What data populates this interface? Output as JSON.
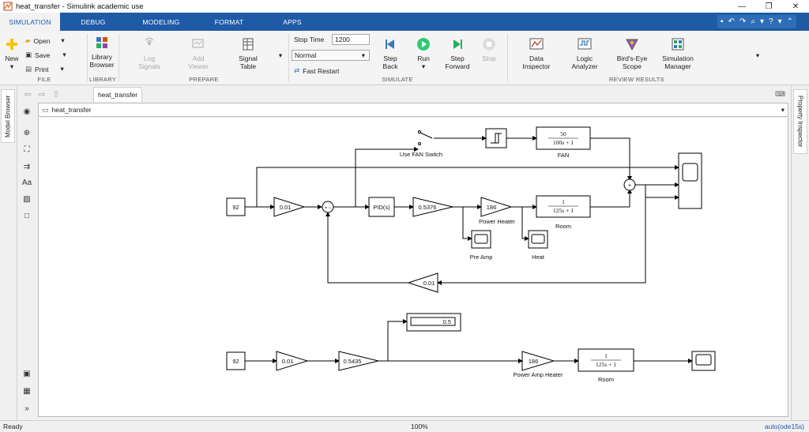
{
  "window": {
    "title": "heat_transfer - Simulink academic use",
    "minimize": "—",
    "maximize": "❐",
    "close": "✕"
  },
  "tabs": [
    "SIMULATION",
    "DEBUG",
    "MODELING",
    "FORMAT",
    "APPS"
  ],
  "ribbon": {
    "file": {
      "title": "FILE",
      "new_label": "New",
      "open_label": "Open",
      "save_label": "Save",
      "print_label": "Print"
    },
    "library": {
      "title": "LIBRARY",
      "library_browser_line1": "Library",
      "library_browser_line2": "Browser"
    },
    "prepare": {
      "title": "PREPARE",
      "log_signals_line1": "Log",
      "log_signals_line2": "Signals",
      "add_viewer_line1": "Add",
      "add_viewer_line2": "Viewer",
      "signal_table_line1": "Signal",
      "signal_table_line2": "Table"
    },
    "simulate": {
      "title": "SIMULATE",
      "stop_time_label": "Stop Time",
      "stop_time_value": "1200",
      "mode_value": "Normal",
      "fast_restart_label": "Fast Restart",
      "step_back_line1": "Step",
      "step_back_line2": "Back",
      "run_label": "Run",
      "step_forward_line1": "Step",
      "step_forward_line2": "Forward",
      "stop_label": "Stop"
    },
    "review": {
      "title": "REVIEW RESULTS",
      "data_inspector_line1": "Data",
      "data_inspector_line2": "Inspector",
      "logic_analyzer_line1": "Logic",
      "logic_analyzer_line2": "Analyzer",
      "birds_eye_line1": "Bird's-Eye",
      "birds_eye_line2": "Scope",
      "sim_manager_line1": "Simulation",
      "sim_manager_line2": "Manager"
    }
  },
  "left_panel": {
    "model_browser_label": "Model Browser"
  },
  "right_panel": {
    "property_inspector_label": "Property Inspector"
  },
  "editor": {
    "doc_tab": "heat_transfer",
    "breadcrumb": "heat_transfer"
  },
  "diagram": {
    "const1": "92",
    "gain1": "0.01",
    "sum_signs": "+ −",
    "pid": "PID(s)",
    "gain2": "0.5376",
    "power_heater_val": "186",
    "power_heater_label": "Power Heater",
    "room_num": "1",
    "room_den": "125s + 1",
    "room_label": "Room",
    "fan_num": "50",
    "fan_den": "100s + 1",
    "fan_label": "FAN",
    "switch_label": "Use FAN Switch",
    "pre_amp_label": "Pre Amp",
    "heat_label": "Heat",
    "feedback_gain": "0.01",
    "sum2_sign": "+",
    "const2": "92",
    "gain3": "0.01",
    "gain4": "0.5435",
    "display_value": "0.5",
    "power_amp_heater_val": "186",
    "power_amp_heater_label": "Power Amp Heater",
    "room2_num": "1",
    "room2_den": "125s + 1",
    "room2_label": "Room"
  },
  "status": {
    "left": "Ready",
    "zoom": "100%",
    "solver": "auto(ode15s)"
  }
}
